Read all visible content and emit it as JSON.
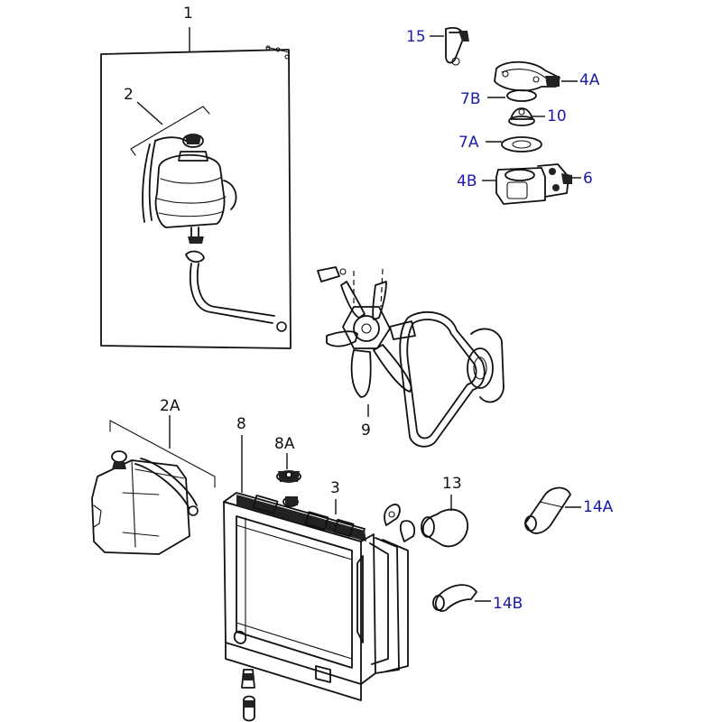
{
  "callouts": {
    "c1": "1",
    "c2": "2",
    "c2a": "2A",
    "c3": "3",
    "c4a": "4A",
    "c4b": "4B",
    "c6": "6",
    "c7a": "7A",
    "c7b": "7B",
    "c8": "8",
    "c8a": "8A",
    "c9": "9",
    "c10": "10",
    "c13": "13",
    "c14a": "14A",
    "c14b": "14B",
    "c15": "15"
  },
  "colors": {
    "callout_blue": "#1a1aa6",
    "line": "#111111"
  }
}
